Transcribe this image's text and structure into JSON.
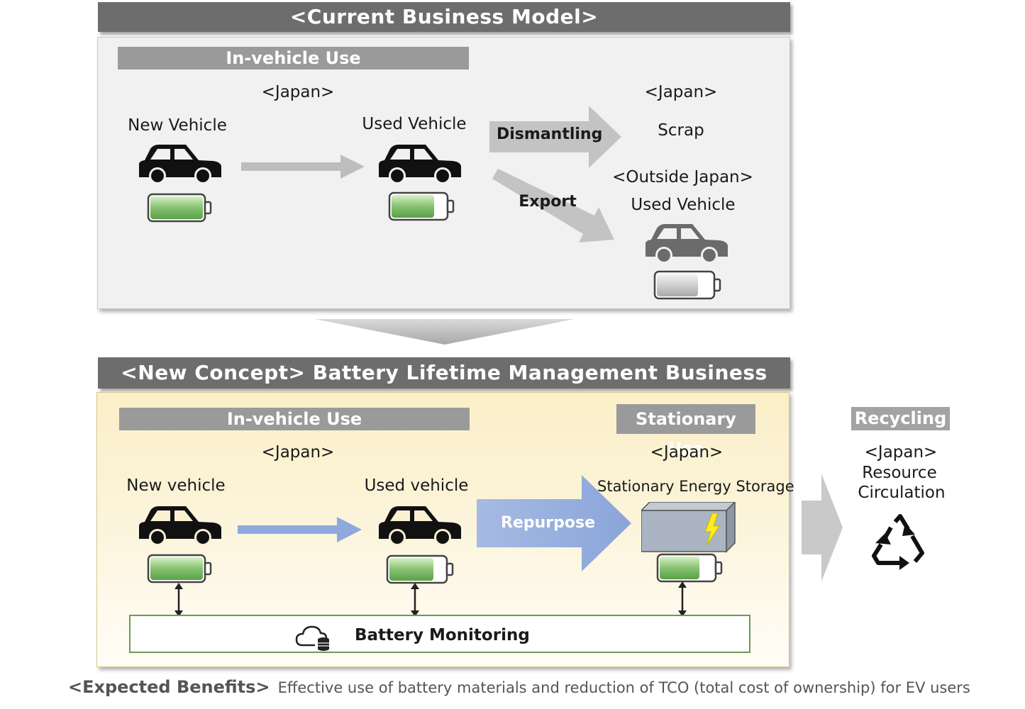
{
  "current_model": {
    "title": "<Current Business Model>",
    "section": "In-vehicle Use",
    "region_japan_left": "<Japan>",
    "new_vehicle": "New Vehicle",
    "used_vehicle": "Used Vehicle",
    "dismantling": "Dismantling",
    "export": "Export",
    "region_japan_right": "<Japan>",
    "scrap": "Scrap",
    "region_outside": "<Outside Japan>",
    "outside_used_vehicle": "Used Vehicle"
  },
  "new_concept": {
    "title": "<New Concept> Battery Lifetime Management Business",
    "section_invehicle": "In-vehicle Use",
    "section_stationary": "Stationary Use",
    "region_japan_left": "<Japan>",
    "region_japan_right": "<Japan>",
    "new_vehicle": "New vehicle",
    "used_vehicle": "Used vehicle",
    "repurpose": "Repurpose",
    "stationary_storage": "Stationary Energy Storage",
    "battery_monitoring": "Battery Monitoring"
  },
  "recycling": {
    "title": "Recycling",
    "region": "<Japan>",
    "line1": "Resource",
    "line2": "Circulation"
  },
  "benefits": {
    "label": "<Expected Benefits>",
    "text": "Effective use of battery materials and reduction of TCO (total cost of ownership) for EV users"
  },
  "colors": {
    "banner": "#6d6d6d",
    "subbar": "#9a9a9a",
    "arrow_gray": "#bdbdbd",
    "arrow_blue": "#8fa9dc",
    "battery_green": "#74b466",
    "monitor_border": "#6a9a55"
  },
  "icons": [
    "car-icon",
    "battery-icon",
    "cloud-database-icon",
    "recycle-icon",
    "lightning-icon"
  ]
}
